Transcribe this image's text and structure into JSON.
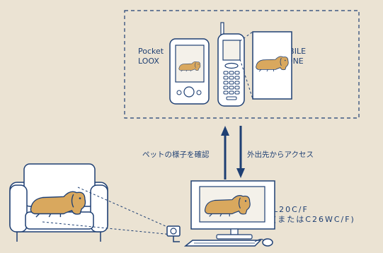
{
  "labels": {
    "pocket_loox": [
      "Pocket",
      "LOOX"
    ],
    "mobile_phone": [
      "MOBILE",
      "PHONE"
    ],
    "check_pet": "ペットの様子を確認",
    "access_outside": "外出先からアクセス",
    "model": [
      "L20C/F",
      "(またはC26WC/F)"
    ]
  },
  "colors": {
    "background": "#ebe3d3",
    "line": "#1e3f73",
    "fill": "#ffffff",
    "screen": "#f4f1ea"
  },
  "icons": [
    "pda-icon",
    "mobile-phone-icon",
    "dog-illustration",
    "armchair-icon",
    "webcam-icon",
    "desktop-pc-icon",
    "keyboard-icon",
    "mouse-icon"
  ]
}
